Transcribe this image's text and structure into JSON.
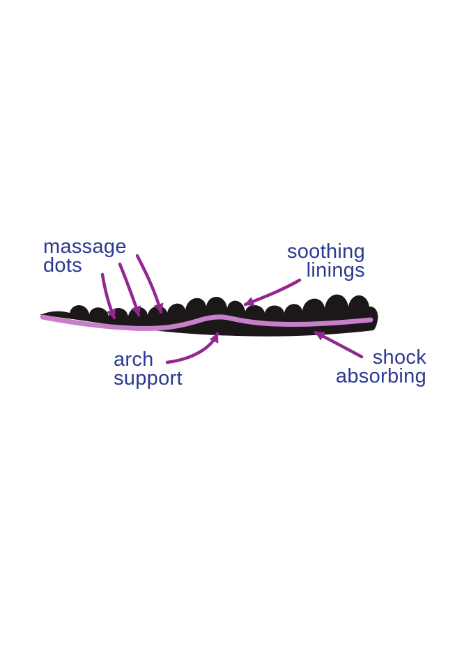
{
  "labels": {
    "massage_dots": {
      "line1": "massage",
      "line2": "dots"
    },
    "soothing_linings": {
      "line1": "soothing",
      "line2": "linings"
    },
    "arch_support": {
      "line1": "arch",
      "line2": "support"
    },
    "shock_absorbing": {
      "line1": "shock",
      "line2": "absorbing"
    }
  },
  "colors": {
    "label_text": "#2b3990",
    "arrow": "#93278f",
    "lining": "#c77fc9",
    "insole": "#1c1719",
    "background": "#ffffff"
  }
}
